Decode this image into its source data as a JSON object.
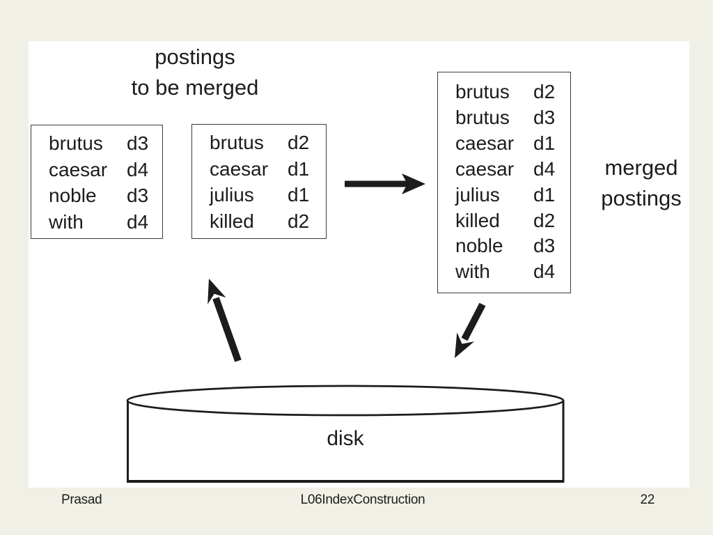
{
  "slide": {
    "background_color": "#f1f0e7",
    "panel_color": "#ffffff",
    "ink_color": "#1c1c1c"
  },
  "diagram": {
    "title": {
      "line1": "postings",
      "line2": "to be merged"
    },
    "box_left": {
      "rows": [
        {
          "term": "brutus",
          "doc": "d3"
        },
        {
          "term": "caesar",
          "doc": "d4"
        },
        {
          "term": "noble",
          "doc": "d3"
        },
        {
          "term": "with",
          "doc": "d4"
        }
      ]
    },
    "box_middle": {
      "rows": [
        {
          "term": "brutus",
          "doc": "d2"
        },
        {
          "term": "caesar",
          "doc": "d1"
        },
        {
          "term": "julius",
          "doc": "d1"
        },
        {
          "term": "killed",
          "doc": "d2"
        }
      ]
    },
    "box_merged": {
      "rows": [
        {
          "term": "brutus",
          "doc": "d2"
        },
        {
          "term": "brutus",
          "doc": "d3"
        },
        {
          "term": "caesar",
          "doc": "d1"
        },
        {
          "term": "caesar",
          "doc": "d4"
        },
        {
          "term": "julius",
          "doc": "d1"
        },
        {
          "term": "killed",
          "doc": "d2"
        },
        {
          "term": "noble",
          "doc": "d3"
        },
        {
          "term": "with",
          "doc": "d4"
        }
      ]
    },
    "merged_label": {
      "line1": "merged",
      "line2": "postings"
    },
    "disk_label": "disk",
    "icons": {
      "merge_arrow": "arrow-right",
      "load_from_disk_arrow": "arrow-up-left",
      "store_to_disk_arrow": "arrow-down-left"
    }
  },
  "footer": {
    "author": "Prasad",
    "lecture": "L06IndexConstruction",
    "page_number": "22"
  }
}
